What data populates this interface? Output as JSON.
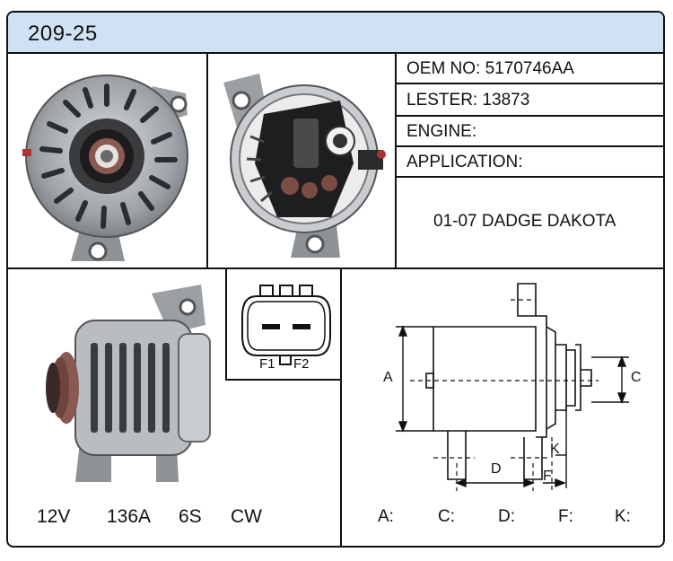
{
  "part": {
    "code": "209-25"
  },
  "info": {
    "oem": "OEM NO: 5170746AA",
    "lester": "LESTER: 13873",
    "engine": "ENGINE:",
    "application_label": "APPLICATION:",
    "application_value": "01-07 DADGE DAKOTA"
  },
  "connector": {
    "pin1": "F1",
    "pin2": "F2"
  },
  "specs": [
    "12V",
    "136A",
    "6S",
    "CW"
  ],
  "dimensions": {
    "diagram_labels": {
      "a": "A",
      "c": "C",
      "d": "D",
      "f": "F",
      "k": "K"
    },
    "value_labels": [
      "A:",
      "C:",
      "D:",
      "F:",
      "K:"
    ]
  }
}
